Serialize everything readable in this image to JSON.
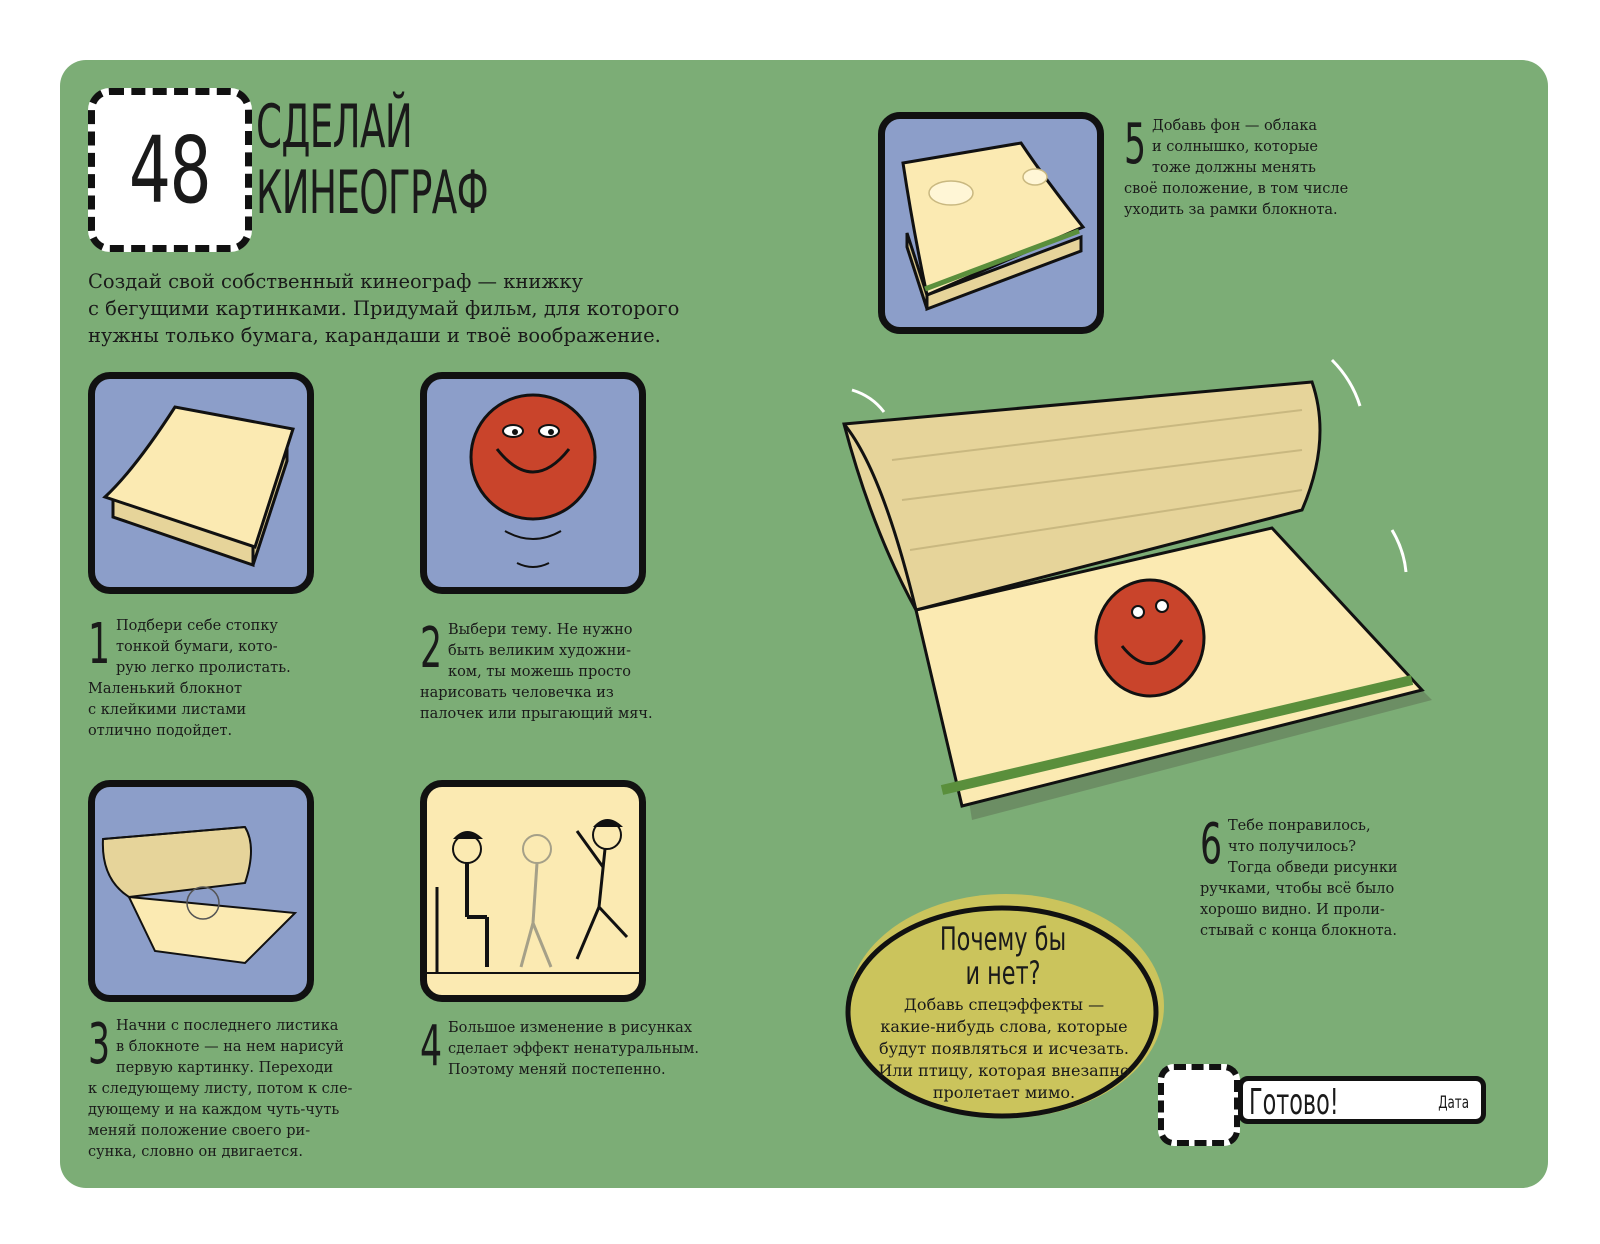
{
  "header": {
    "number": "48",
    "title_line1": "СДЕЛАЙ",
    "title_line2": "КИНЕОГРАФ"
  },
  "intro": "Создай свой собственный кинеограф — книжку\nс бегущими картинками. Придумай фильм, для которого\nнужны только бумага, карандаши и твоё воображение.",
  "steps": [
    {
      "num": "1",
      "text": "Подбери себе стопку\nтонкой бумаги, кото-\nрую легко пролистать.\nМаленький блокнот\nс клейкими листами\nотлично подойдет."
    },
    {
      "num": "2",
      "text": "Выбери тему. Не нужно\nбыть великим художни-\nком, ты можешь просто\nнарисовать человечка из\nпалочек или прыгающий мяч."
    },
    {
      "num": "3",
      "text": "Начни с последнего листика\nв блокноте — на нем нарисуй\nпервую картинку. Переходи\nк следующему листу, потом к сле-\nдующему и на каждом чуть-чуть\nменяй положение своего ри-\nсунка, словно он двигается."
    },
    {
      "num": "4",
      "text": "Большое изменение в рисунках\nсделает эффект ненатуральным.\nПоэтому меняй постепенно."
    },
    {
      "num": "5",
      "text": "Добавь фон — облака\nи солнышко, которые\nтоже должны менять\nсвоё положение, в том числе\nуходить за рамки блокнота."
    },
    {
      "num": "6",
      "text": "Тебе понравилось,\nчто получилось?\nТогда обведи рисунки\nручками, чтобы всё было\nхорошо видно. И проли-\nстывай с конца блокнота."
    }
  ],
  "why_not": {
    "title": "Почему бы\nи нет?",
    "text": "Добавь спецэффекты —\nкакие-нибудь слова, которые\nбудут появляться и исчезать.\nИли птицу, которая внезапно\nпролетает мимо."
  },
  "done": {
    "label": "Готово!",
    "date_label": "Дата"
  },
  "colors": {
    "page_green": "#7cad76",
    "panel_blue": "#8c9ec9",
    "paper": "#fbeab2",
    "ball_red": "#c9442b",
    "why_yellow": "#cbc45c"
  }
}
